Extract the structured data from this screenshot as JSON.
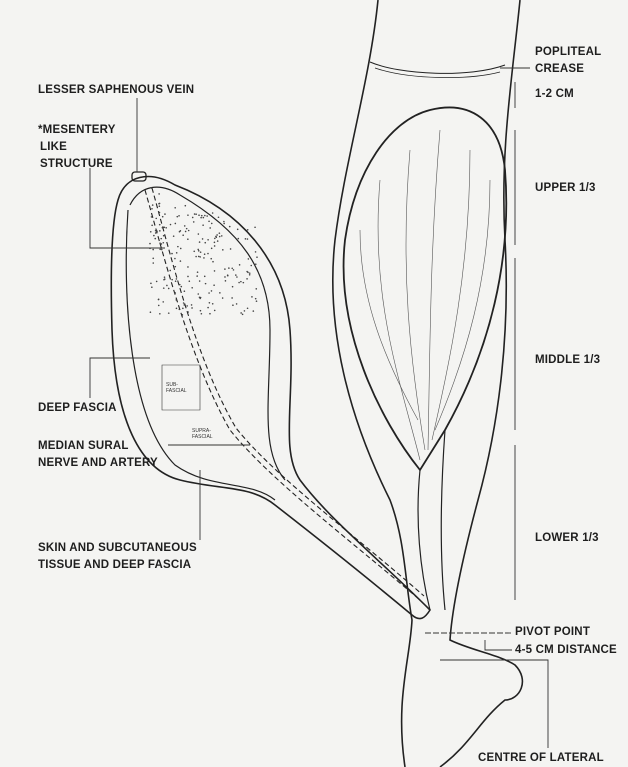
{
  "labels": {
    "lesser_saphenous_vein": "LESSER SAPHENOUS VEIN",
    "mesentery_1": "*MESENTERY",
    "mesentery_2": "LIKE",
    "mesentery_3": "STRUCTURE",
    "deep_fascia": "DEEP FASCIA",
    "median_sural_1": "MEDIAN SURAL",
    "median_sural_2": "NERVE AND ARTERY",
    "skin_1": "SKIN AND SUBCUTANEOUS",
    "skin_2": "TISSUE AND DEEP FASCIA",
    "sub_fascial": "SUB-FASCIAL",
    "supra_fascial": "SUPRA-FASCIAL",
    "popliteal_1": "POPLITEAL",
    "popliteal_2": "CREASE",
    "one_two_cm": "1-2 CM",
    "upper": "UPPER 1/3",
    "middle": "MIDDLE 1/3",
    "lower": "LOWER 1/3",
    "pivot": "PIVOT POINT",
    "distance": "4-5 CM DISTANCE",
    "centre": "CENTRE OF LATERAL"
  }
}
